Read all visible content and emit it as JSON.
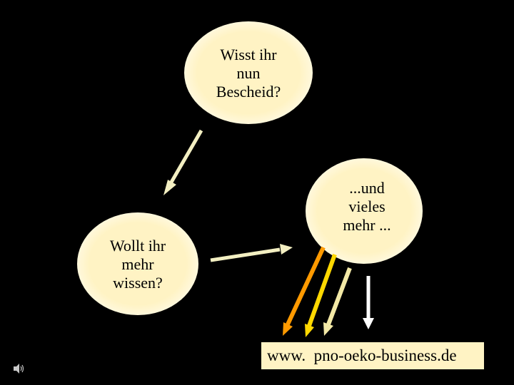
{
  "nodes": [
    {
      "id": "question-1",
      "text": "Wisst ihr\nnun\nBescheid?"
    },
    {
      "id": "question-2",
      "text": "Wollt ihr\nmehr\nwissen?"
    },
    {
      "id": "more",
      "text": "...und\nvieles\nmehr ..."
    }
  ],
  "url": "www.  pno-oeko-business.de",
  "colors": {
    "background": "#000000",
    "bubble": "#FFF3C4",
    "bubble_edge": "#FFF8DC",
    "url_box": "#FFF3C4",
    "arrow_light": "#F3EFC2",
    "arrow_orange": "#FF9A00",
    "arrow_yellow": "#FFD800",
    "arrow_pale": "#F3E9A6",
    "arrow_white": "#FFFFFF"
  },
  "icons": {
    "speaker": "speaker-icon"
  }
}
